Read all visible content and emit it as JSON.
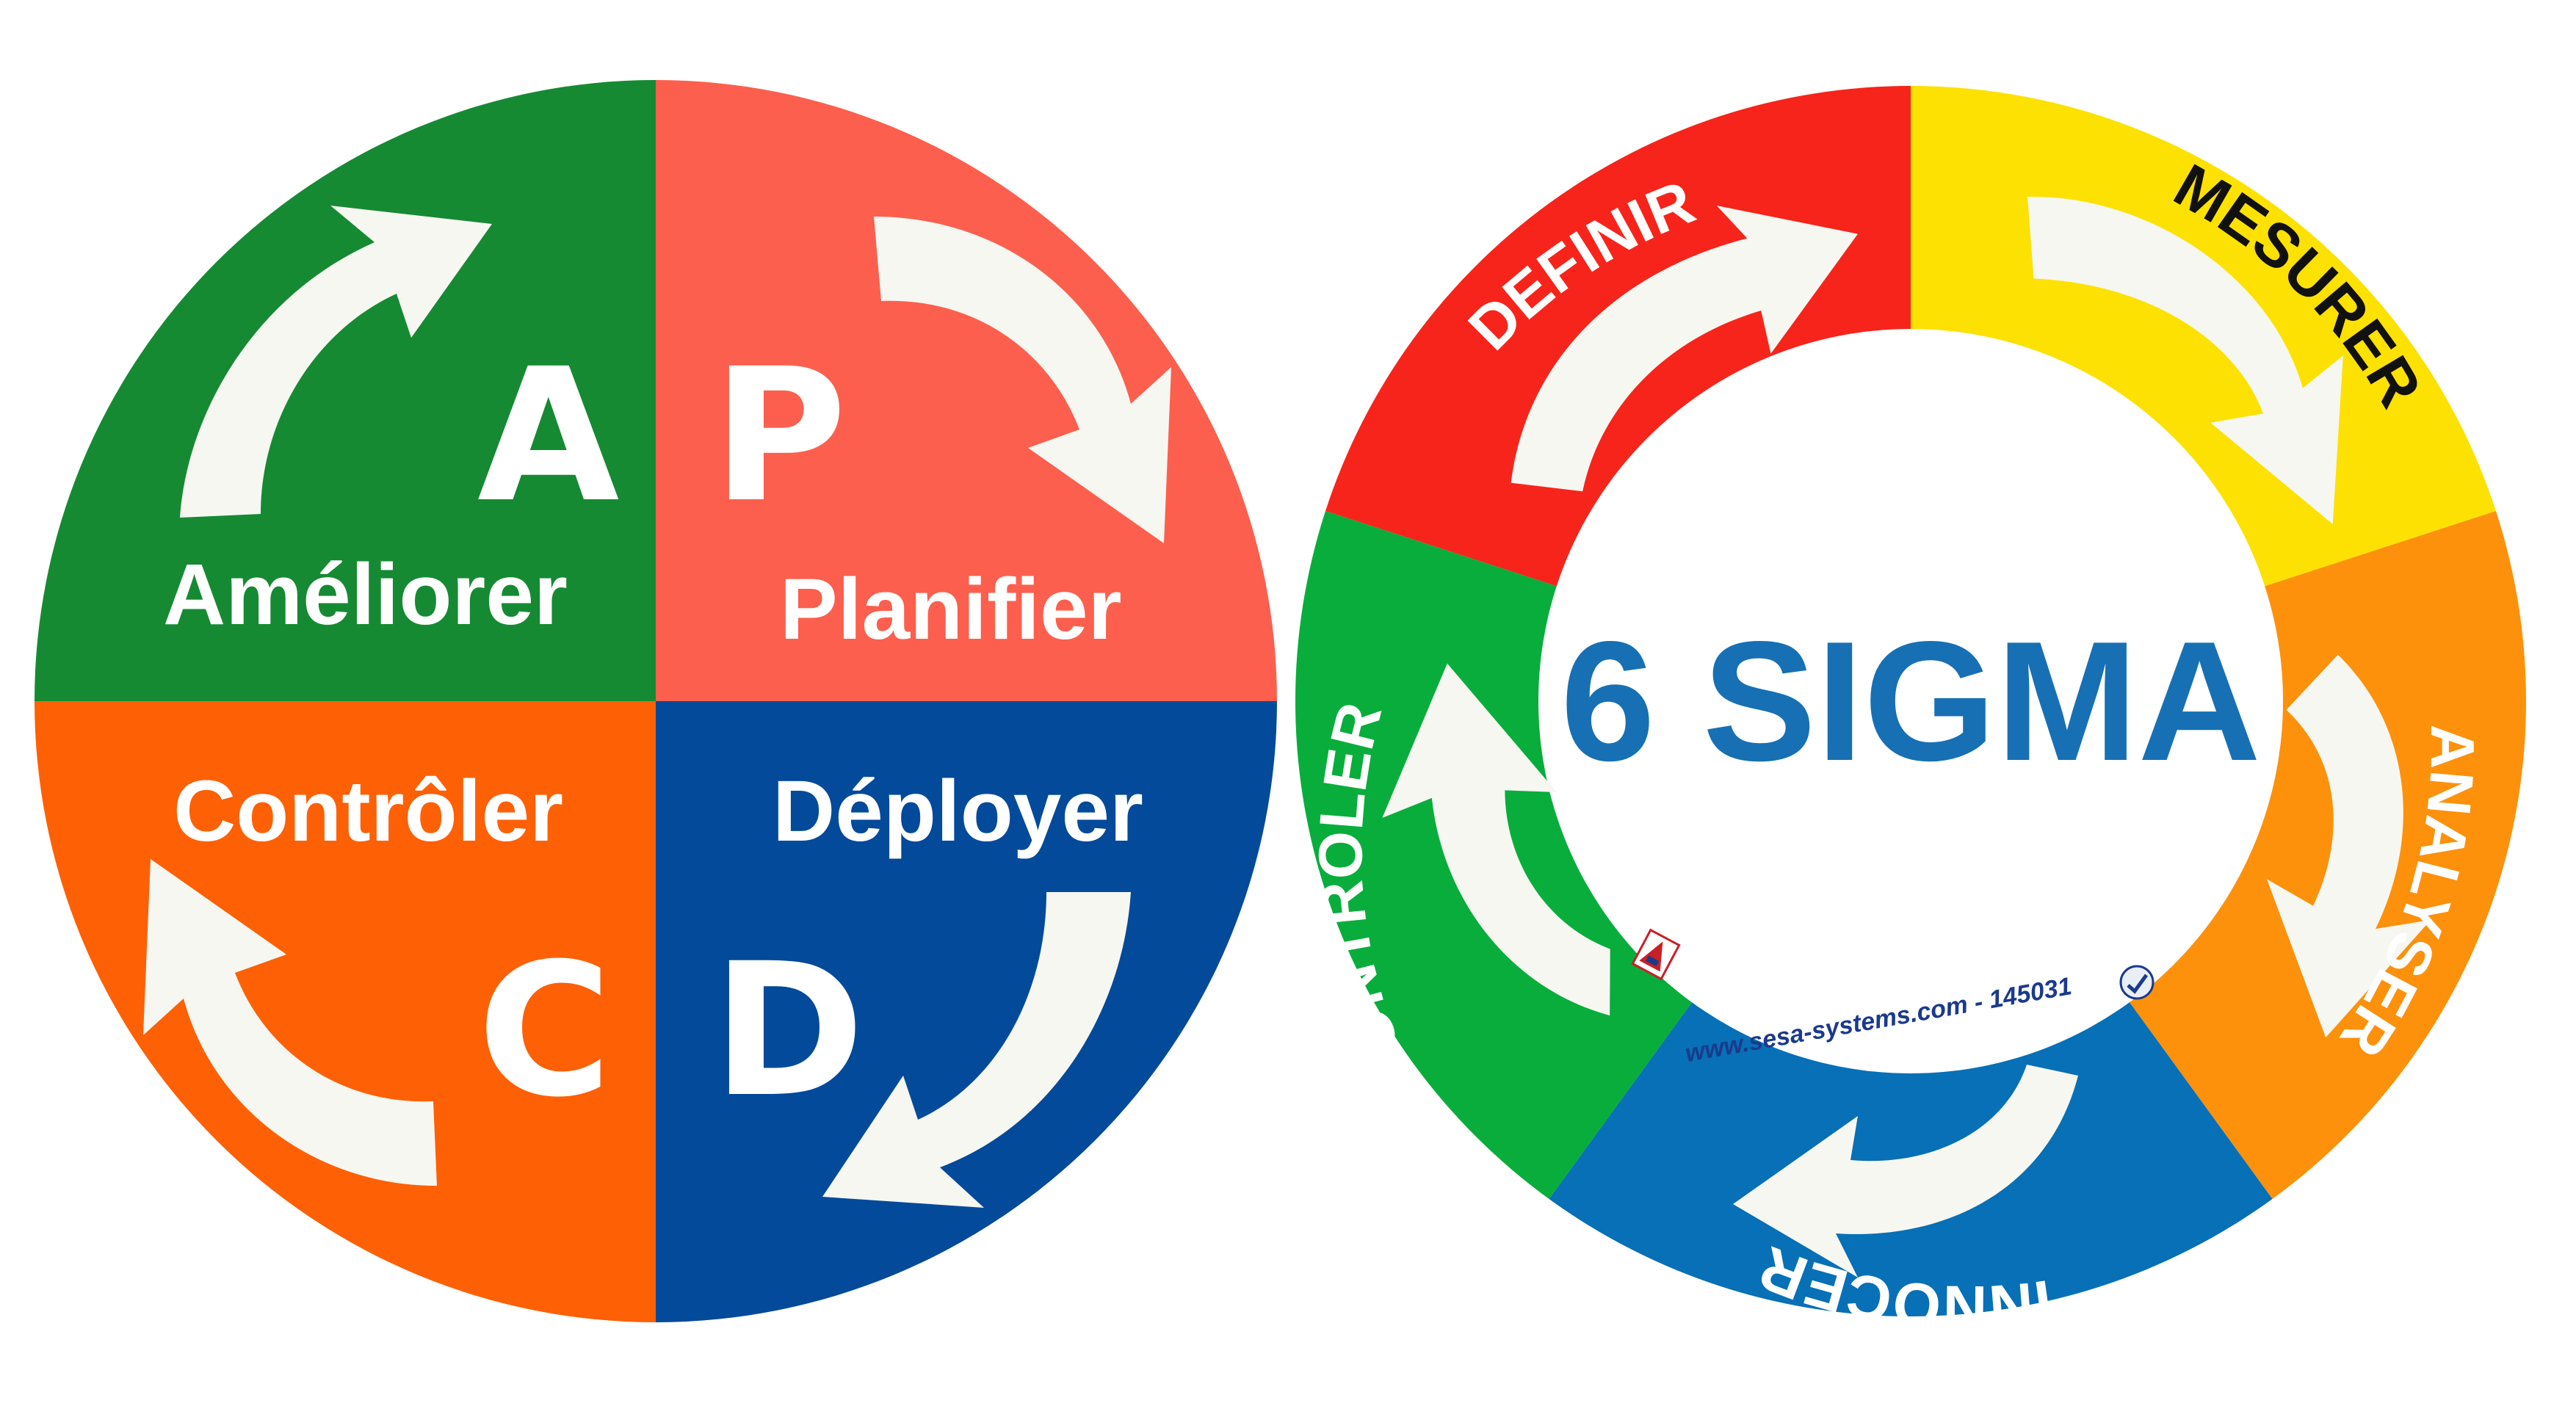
{
  "pdca": {
    "quadrants": [
      {
        "key": "A",
        "letter": "A",
        "label": "Améliorer",
        "color": "#158a33"
      },
      {
        "key": "P",
        "letter": "P",
        "label": "Planifier",
        "color": "#fc5f4e"
      },
      {
        "key": "C",
        "letter": "C",
        "label": "Contrôler",
        "color": "#fe6006"
      },
      {
        "key": "D",
        "letter": "D",
        "label": "Déployer",
        "color": "#044a9a"
      }
    ]
  },
  "six_sigma": {
    "title": "6 SIGMA",
    "title_color": "#1770b4",
    "url": "www.sesa-systems.com - 145031",
    "url_color": "#1a3a8c",
    "segments": [
      {
        "label": "DEFINIR",
        "color": "#f7241b",
        "text_color": "#ffffff"
      },
      {
        "label": "MESURER",
        "color": "#fde102",
        "text_color": "#111111"
      },
      {
        "label": "ANALYSER",
        "color": "#fd910c",
        "text_color": "#ffffff"
      },
      {
        "label": "INNOCER",
        "color": "#0770b6",
        "text_color": "#ffffff"
      },
      {
        "label": "CONTROLER",
        "color": "#09ad3c",
        "text_color": "#ffffff"
      }
    ]
  }
}
